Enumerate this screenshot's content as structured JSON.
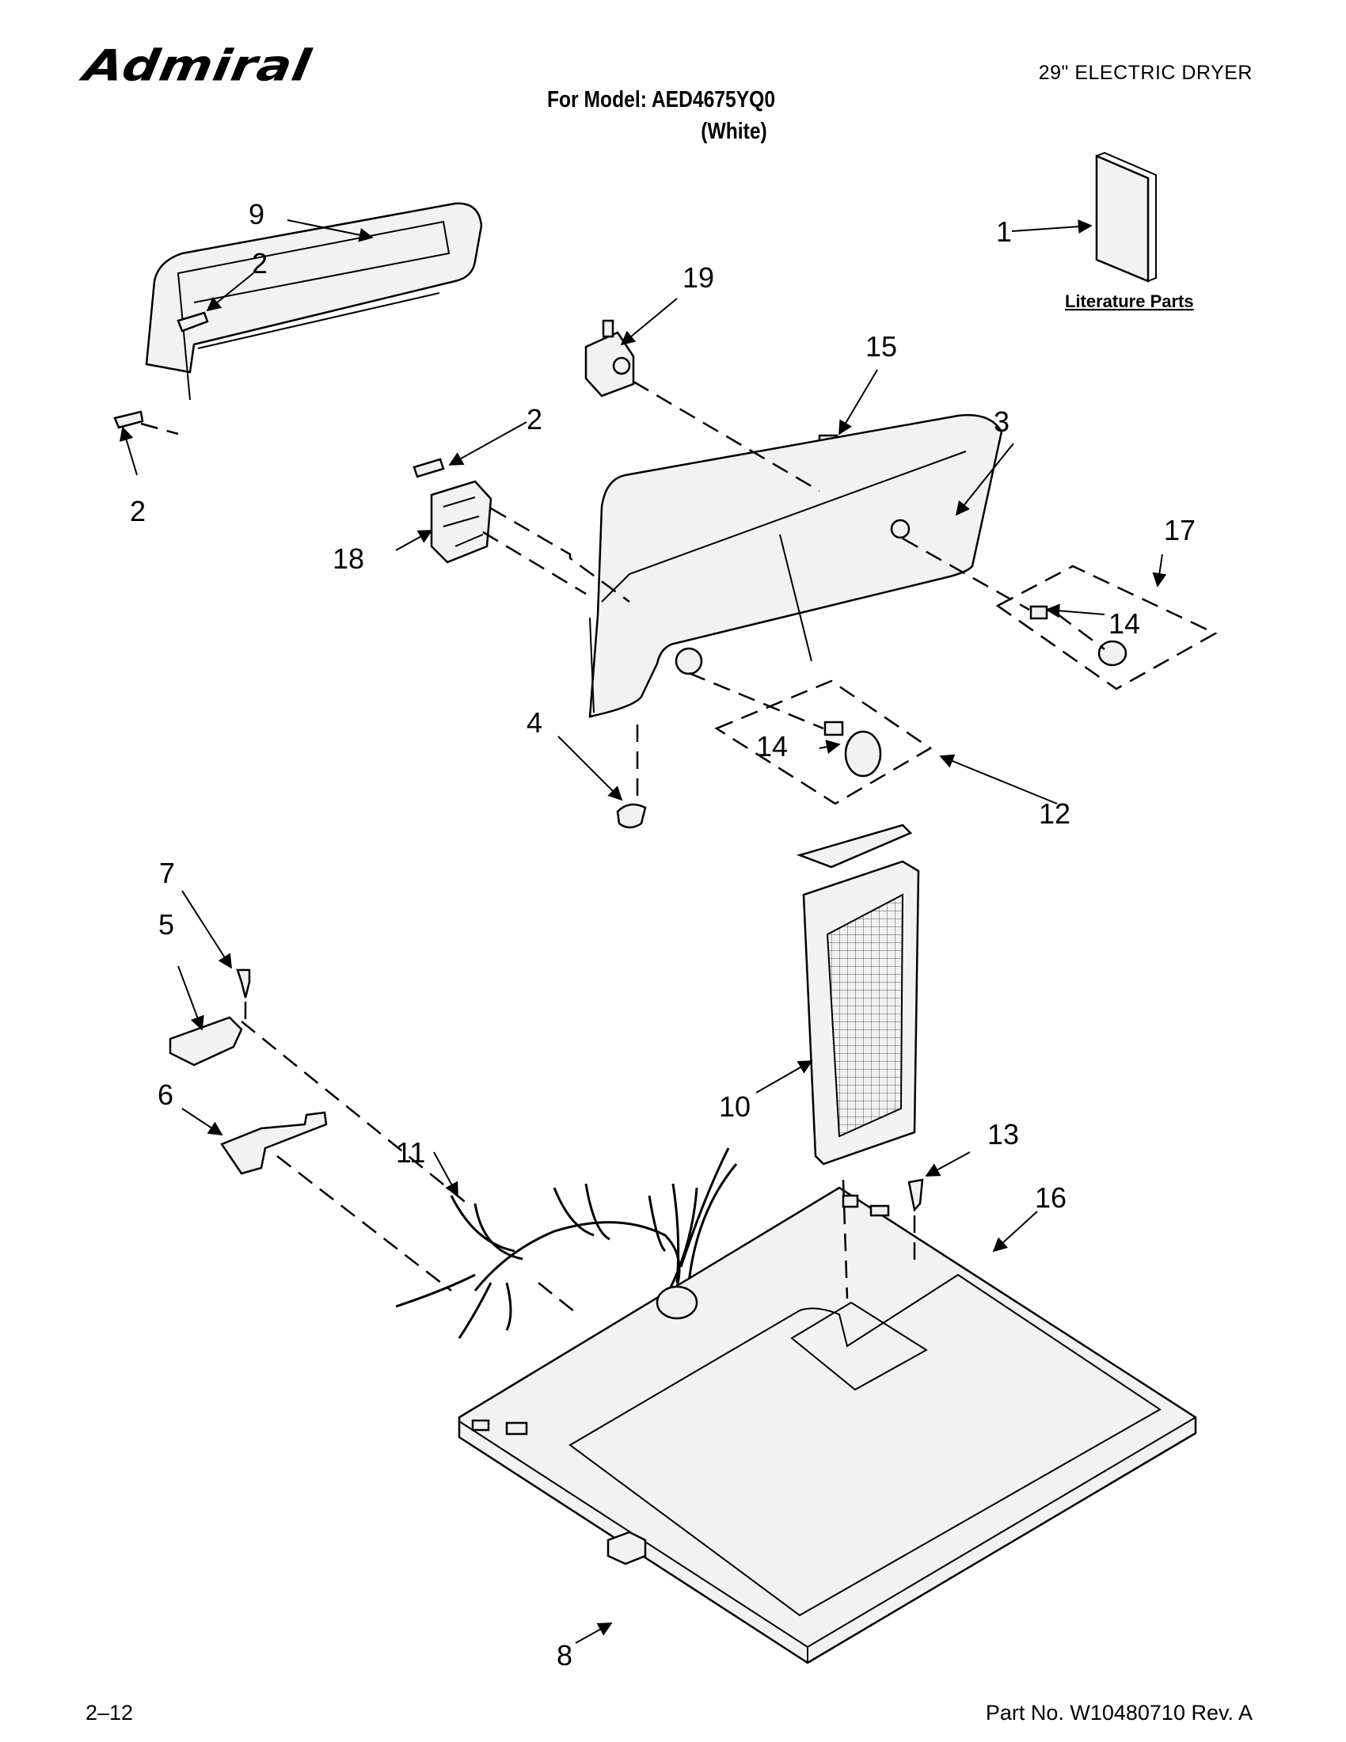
{
  "header": {
    "brand": "Admiral",
    "product": "29\" ELECTRIC DRYER",
    "model_line": "For Model: AED4675YQ0",
    "color_line": "(White)"
  },
  "literature_label": "Literature Parts",
  "callouts": {
    "c1": "1",
    "c2a": "2",
    "c2b": "2",
    "c2c": "2",
    "c3": "3",
    "c4": "4",
    "c5": "5",
    "c6": "6",
    "c7": "7",
    "c8": "8",
    "c9": "9",
    "c10": "10",
    "c11": "11",
    "c12": "12",
    "c13": "13",
    "c14a": "14",
    "c14b": "14",
    "c15": "15",
    "c16": "16",
    "c17": "17",
    "c18": "18",
    "c19": "19"
  },
  "footer": {
    "page": "2–12",
    "part_no": "Part No. W10480710 Rev. A"
  }
}
